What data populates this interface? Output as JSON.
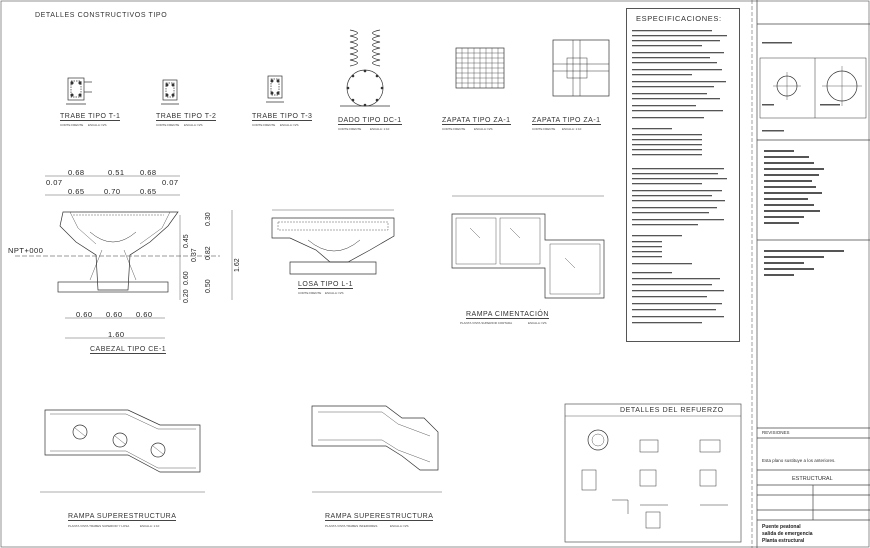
{
  "sheet": {
    "main_title": "DETALLES CONSTRUCTIVOS TIPO",
    "spec_title": "ESPECIFICACIONES:",
    "refuerzo_title": "DETALLES DEL REFUERZO",
    "npt_label": "NPT+000"
  },
  "details": {
    "trabe_t1": {
      "title": "TRABE TIPO T-1",
      "sub": "CORTE FRENTE",
      "scale": "ESCALA: N/S"
    },
    "trabe_t2": {
      "title": "TRABE TIPO T-2",
      "sub": "CORTE FRENTE",
      "scale": "ESCALA: N/S"
    },
    "trabe_t3": {
      "title": "TRABE TIPO T-3",
      "sub": "CORTE FRENTE",
      "scale": "ESCALA: N/S"
    },
    "dado": {
      "title": "DADO TIPO DC-1",
      "sub": "CORTE FRENTE",
      "scale": "ESCALA: 1:10"
    },
    "zapata_za1_a": {
      "title": "ZAPATA TIPO ZA-1",
      "sub": "CORTE FRENTE",
      "scale": "ESCALA: N/S"
    },
    "zapata_za1_b": {
      "title": "ZAPATA TIPO ZA-1",
      "sub": "CORTE FRENTE",
      "scale": "ESCALA: 1:10"
    },
    "cabezal": {
      "title": "CABEZAL TIPO CE-1"
    },
    "losa": {
      "title": "LOSA TIPO L-1",
      "sub": "CORTE FRENTE",
      "scale": "ESCALA: N/S"
    },
    "rampa_cim": {
      "title": "RAMPA CIMENTACIÓN",
      "sub": "PLANTA VISTA SUPERIOR CORTADA",
      "scale": "ESCALA: N/S"
    },
    "rampa_sup_a": {
      "title": "RAMPA SUPERESTRUCTURA",
      "sub": "PLANTA VISTA TRABES SUPERIOR Y LOSA",
      "scale": "ESCALA: 1:10"
    },
    "rampa_sup_b": {
      "title": "RAMPA SUPERESTRUCTURA",
      "sub": "PLANTA VISTA TRABES INFERIORES",
      "scale": "ESCALA: N/S"
    }
  },
  "dims": {
    "top_row": [
      "0.68",
      "0.51",
      "0.68"
    ],
    "left_small": "0.07",
    "right_small": "0.07",
    "second_row": [
      "0.65",
      "0.70",
      "0.65"
    ],
    "vert_left": [
      "0.45",
      "0.37",
      "0.60",
      "0.20"
    ],
    "vert_right": [
      "0.30",
      "0.82",
      "0.50"
    ],
    "vert_total": "1.62",
    "bottom_row": [
      "0.60",
      "0.60",
      "0.60"
    ],
    "bottom_total": "1.60"
  },
  "title_block": {
    "revisiones": "REVISIONES",
    "note": "Esta plano sustituye a los anteriores.",
    "discipline": "ESTRUCTURAL",
    "project_line1": "Puente peatonal",
    "project_line2": "salida de emergencia",
    "project_line3": "Planta estructural"
  }
}
